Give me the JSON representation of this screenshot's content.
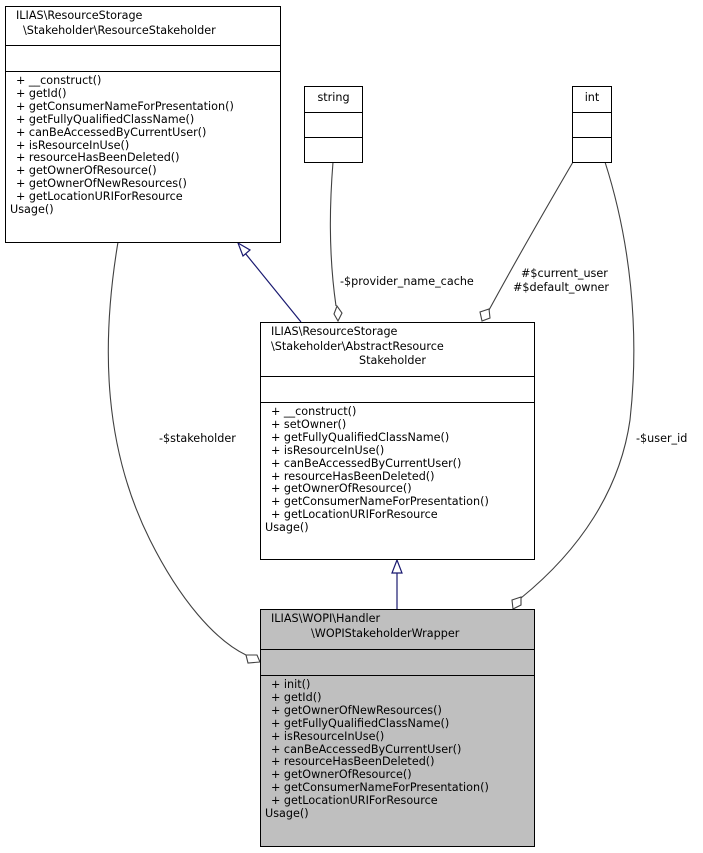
{
  "classes": {
    "resource_stakeholder": {
      "name_lines": [
        "ILIAS\\ResourceStorage",
        "\\Stakeholder\\ResourceStakeholder"
      ],
      "attributes": [],
      "operations": [
        "+ __construct()",
        "+ getId()",
        "+ getConsumerNameForPresentation()",
        "+ getFullyQualifiedClassName()",
        "+ canBeAccessedByCurrentUser()",
        "+ isResourceInUse()",
        "+ resourceHasBeenDeleted()",
        "+ getOwnerOfResource()",
        "+ getOwnerOfNewResources()",
        "+ getLocationURIForResource",
        "Usage()"
      ]
    },
    "string": {
      "name_lines": [
        "string"
      ],
      "attributes": [],
      "operations": []
    },
    "int": {
      "name_lines": [
        "int"
      ],
      "attributes": [],
      "operations": []
    },
    "abstract_resource_stakeholder": {
      "name_lines": [
        "ILIAS\\ResourceStorage",
        "\\Stakeholder\\AbstractResource",
        "Stakeholder"
      ],
      "attributes": [],
      "operations": [
        "+ __construct()",
        "+ setOwner()",
        "+ getFullyQualifiedClassName()",
        "+ isResourceInUse()",
        "+ canBeAccessedByCurrentUser()",
        "+ resourceHasBeenDeleted()",
        "+ getOwnerOfResource()",
        "+ getConsumerNameForPresentation()",
        "+ getLocationURIForResource",
        "Usage()"
      ]
    },
    "wopi_stakeholder_wrapper": {
      "name_lines": [
        "ILIAS\\WOPI\\Handler",
        "\\WOPIStakeholderWrapper"
      ],
      "attributes": [],
      "operations": [
        "+ init()",
        "+ getId()",
        "+ getOwnerOfNewResources()",
        "+ getFullyQualifiedClassName()",
        "+ isResourceInUse()",
        "+ canBeAccessedByCurrentUser()",
        "+ resourceHasBeenDeleted()",
        "+ getOwnerOfResource()",
        "+ getConsumerNameForPresentation()",
        "+ getLocationURIForResource",
        "Usage()"
      ]
    }
  },
  "edge_labels": {
    "provider_name_cache": "-$provider_name_cache",
    "current_user": "#$current_user",
    "default_owner": "#$default_owner",
    "stakeholder": "-$stakeholder",
    "user_id": "-$user_id"
  },
  "colors": {
    "inheritance_edge": "#191970",
    "association_edge": "#404040",
    "focus_fill": "#bfbfbf"
  }
}
